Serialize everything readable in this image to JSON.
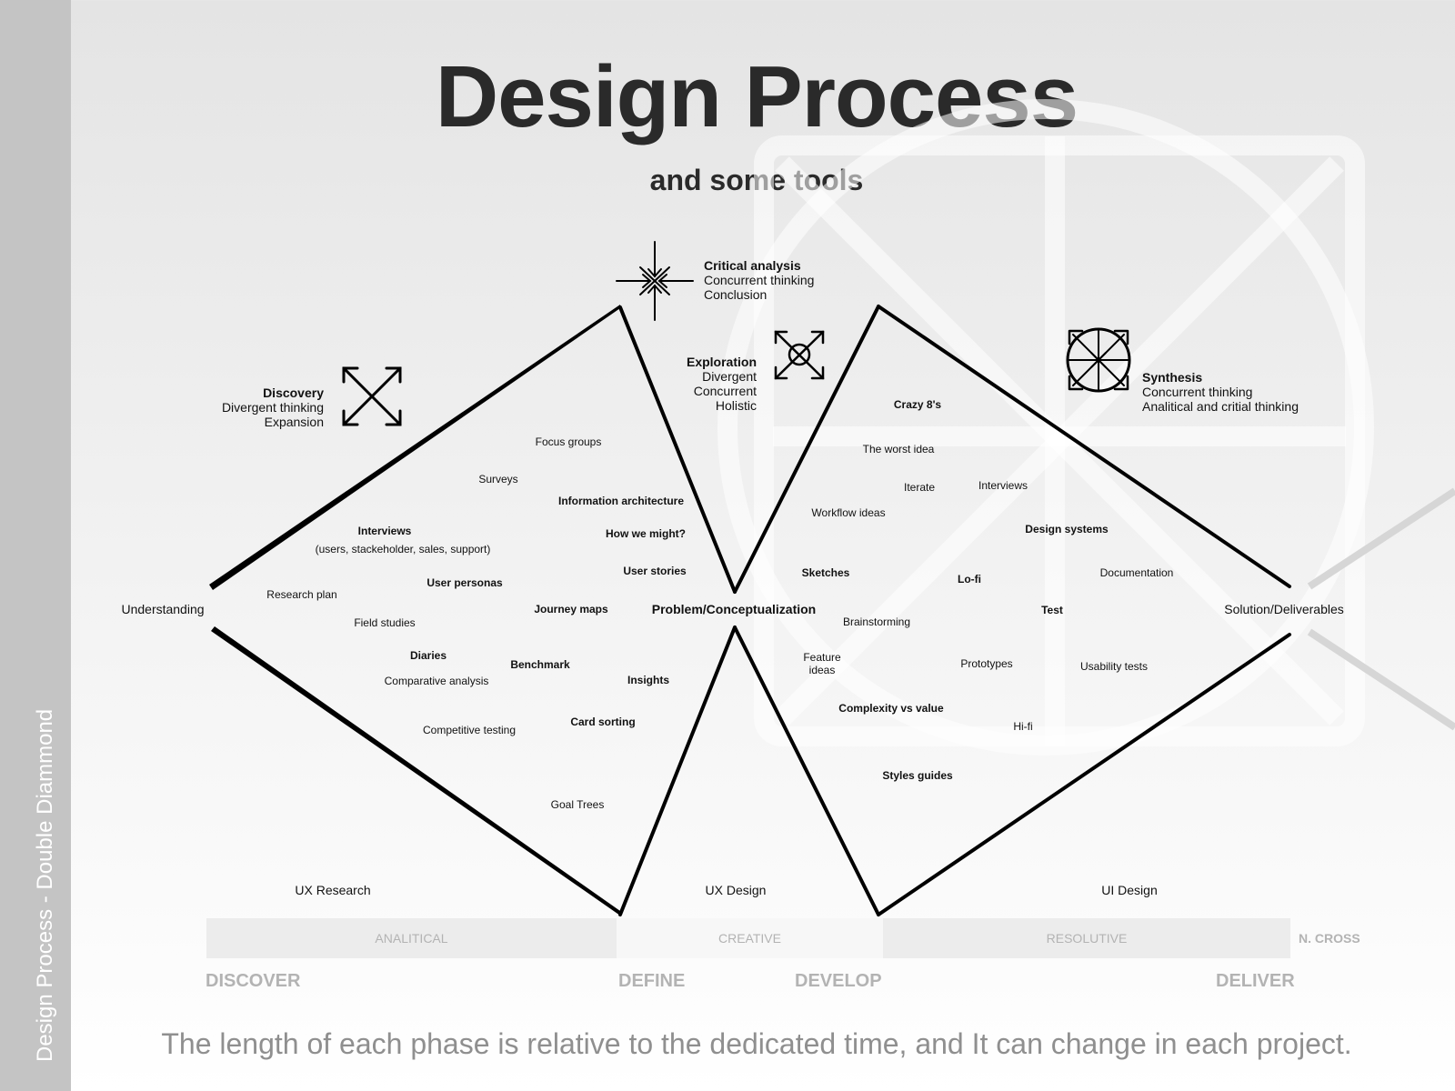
{
  "sidebar_label": "Design Process - Double Diammond",
  "title": "Design Process",
  "subtitle": "and some tools",
  "modes": {
    "discovery": {
      "title": "Discovery",
      "line1": "Divergent thinking",
      "line2": "Expansion",
      "icon": "expand-arrows-icon"
    },
    "critical": {
      "title": "Critical analysis",
      "line1": "Concurrent thinking",
      "line2": "Conclusion",
      "icon": "converge-arrows-icon"
    },
    "exploration": {
      "title": "Exploration",
      "line1": "Divergent",
      "line2": "Concurrent",
      "line3": "Holistic",
      "icon": "explore-arrows-icon"
    },
    "synthesis": {
      "title": "Synthesis",
      "line1": "Concurrent thinking",
      "line2": "Analitical and critial thinking",
      "icon": "synthesis-circle-icon"
    }
  },
  "endpoints": {
    "start": "Understanding",
    "middle": "Problem/Conceptualization",
    "end": "Solution/Deliverables"
  },
  "research_tools": {
    "focus_groups": "Focus groups",
    "surveys": "Surveys",
    "information_architecture": "Information architecture",
    "interviews": "Interviews",
    "interviews_note": "(users, stackeholder, sales, support)",
    "how_we_might": "How we might?",
    "user_stories": "User stories",
    "user_personas": "User personas",
    "research_plan": "Research plan",
    "journey_maps": "Journey maps",
    "field_studies": "Field studies",
    "diaries": "Diaries",
    "benchmark": "Benchmark",
    "comparative_analysis": "Comparative analysis",
    "insights": "Insights",
    "card_sorting": "Card sorting",
    "competitive_testing": "Competitive testing",
    "goal_trees": "Goal Trees"
  },
  "design_tools": {
    "crazy_8s": "Crazy 8's",
    "worst_idea": "The worst idea",
    "iterate": "Iterate",
    "interviews": "Interviews",
    "workflow_ideas": "Workflow ideas",
    "design_systems": "Design systems",
    "sketches": "Sketches",
    "lofi": "Lo-fi",
    "documentation": "Documentation",
    "brainstorming": "Brainstorming",
    "test": "Test",
    "feature_ideas_1": "Feature",
    "feature_ideas_2": "ideas",
    "prototypes": "Prototypes",
    "usability_tests": "Usability tests",
    "complexity_value": "Complexity vs value",
    "hifi": "Hi-fi",
    "styles_guides": "Styles guides"
  },
  "disciplines": [
    "UX Research",
    "UX Design",
    "UI Design"
  ],
  "modes_band": [
    "ANALITICAL",
    "CREATIVE",
    "RESOLUTIVE"
  ],
  "credit": "N. CROSS",
  "phases": [
    "DISCOVER",
    "DEFINE",
    "DEVELOP",
    "DELIVER"
  ],
  "footer": "The length of each phase is relative to the dedicated time, and It can change in each project.",
  "colors": {
    "sidebar": "#c4c4c4",
    "band": "#ececec",
    "muted_text": "#b3b3b3",
    "ink": "#111111"
  }
}
